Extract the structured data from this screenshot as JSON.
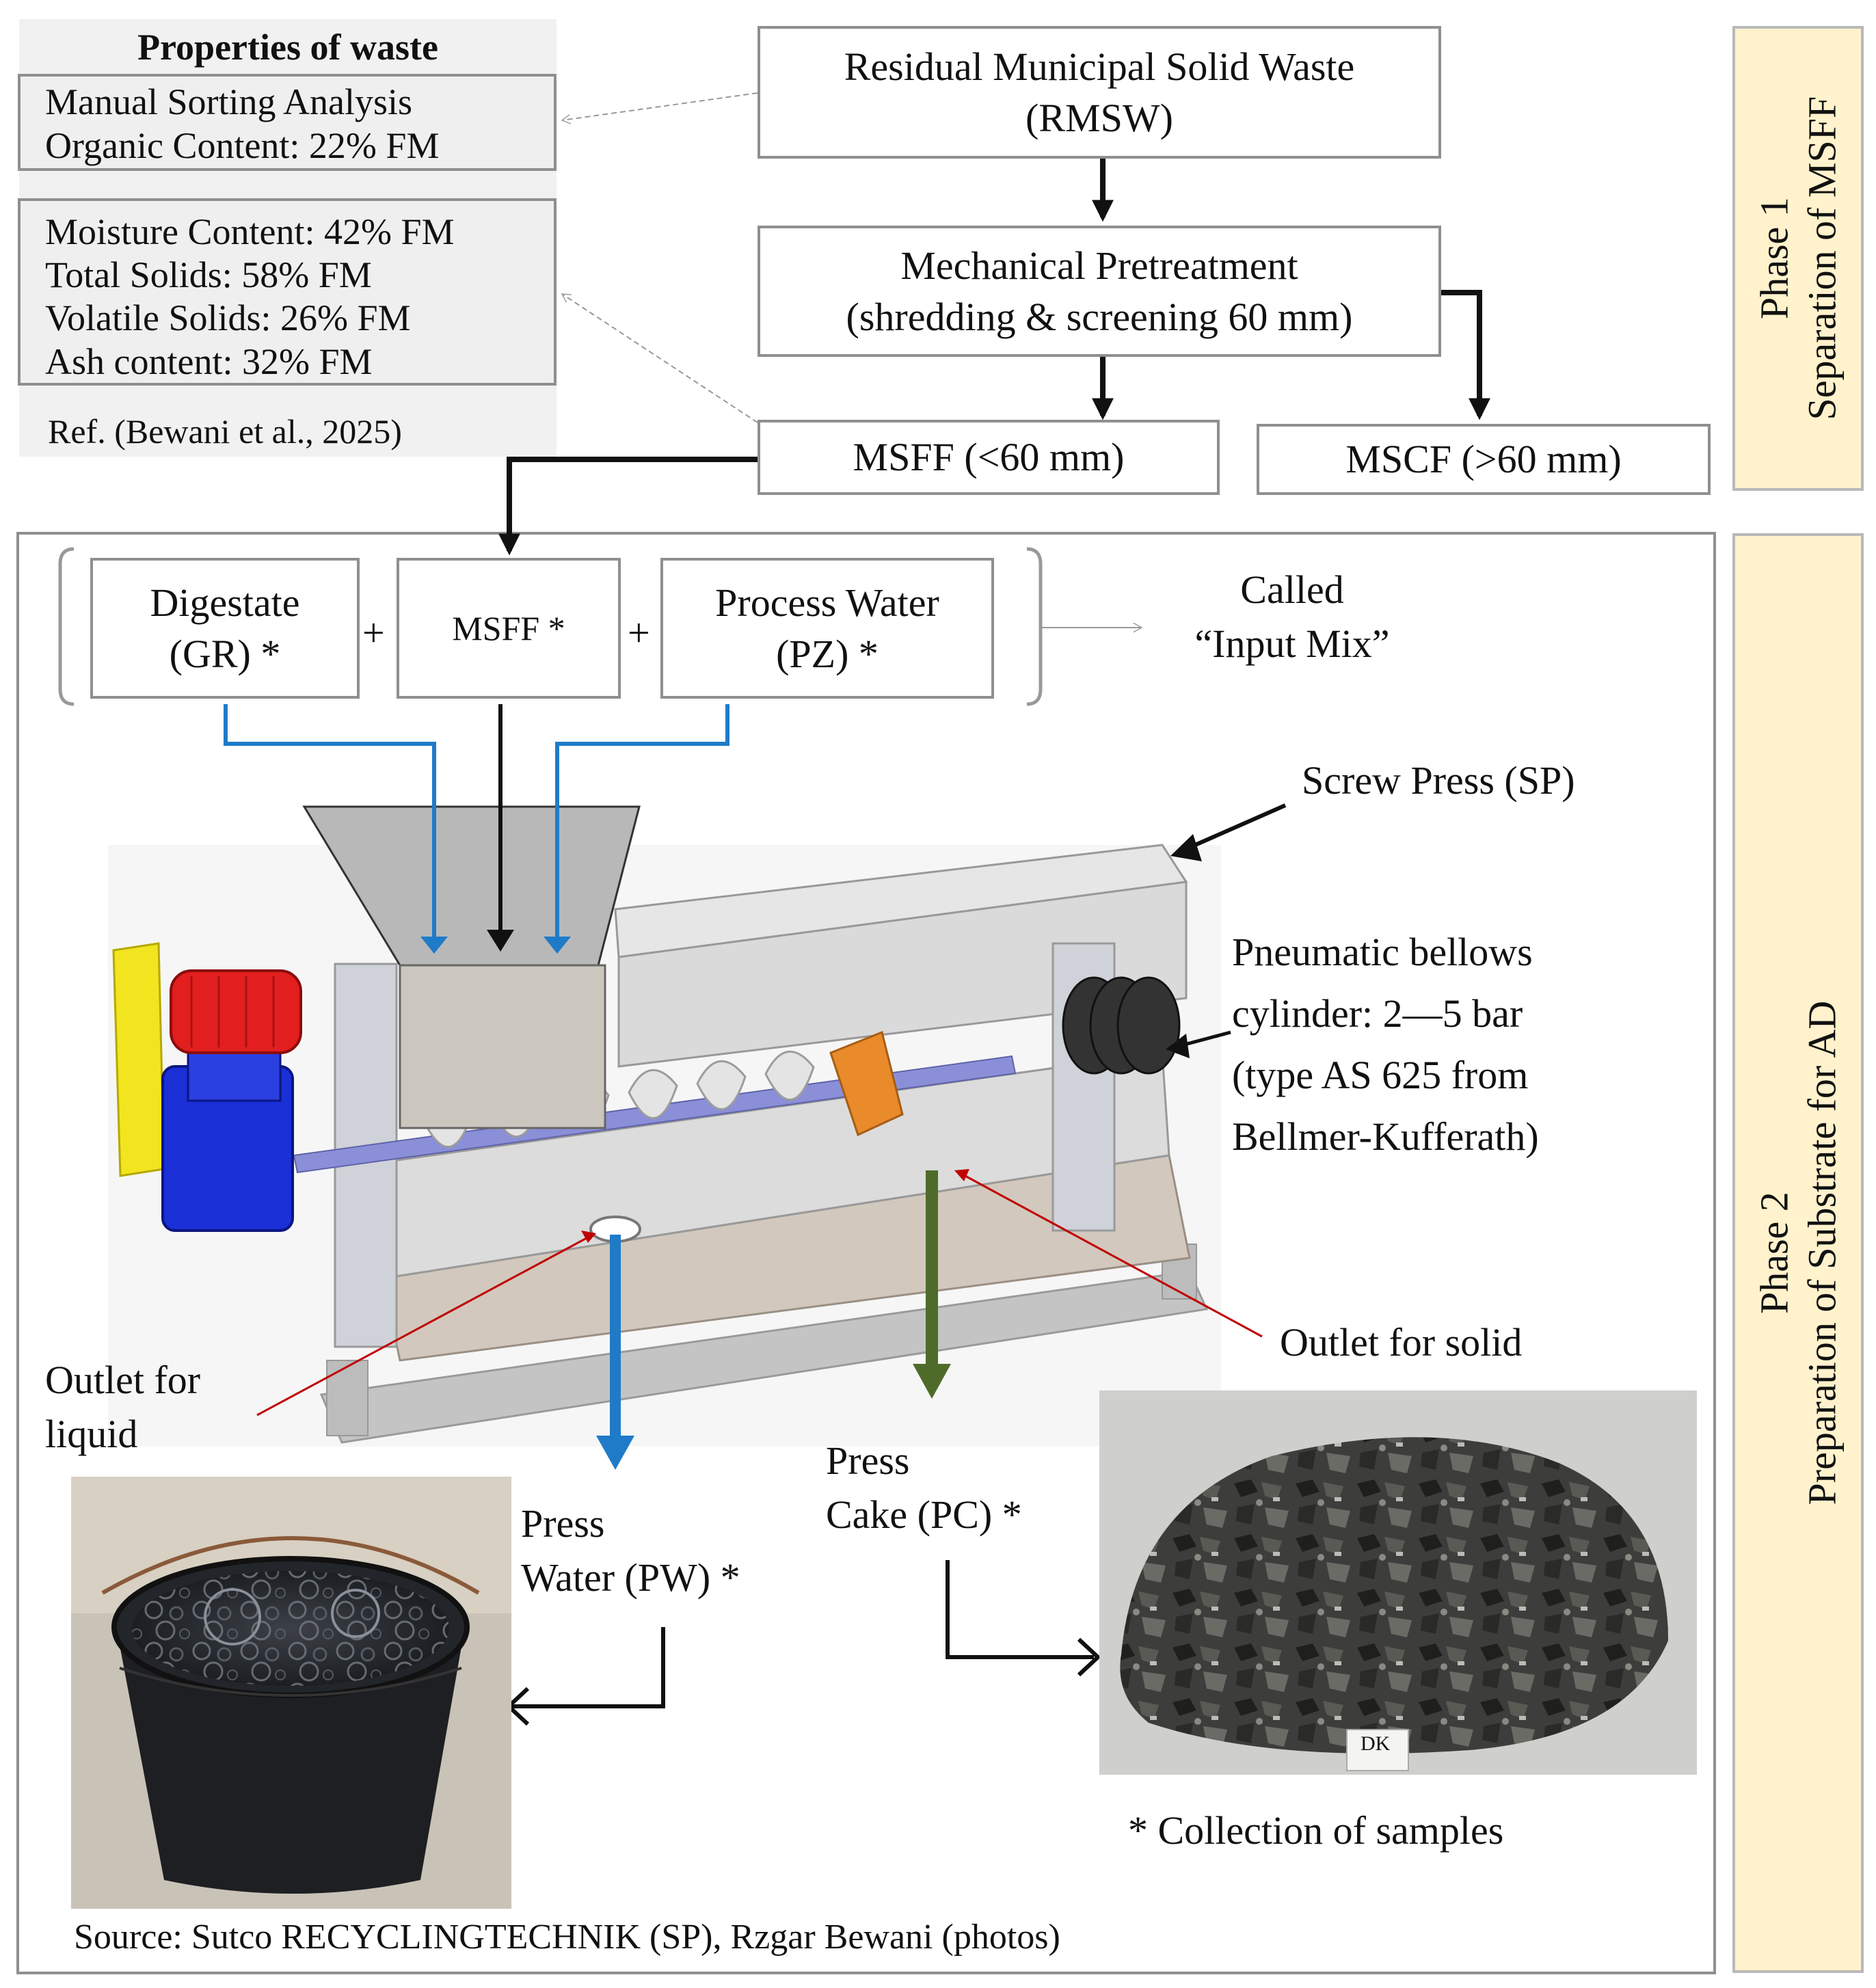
{
  "properties": {
    "heading": "Properties of waste",
    "box1": [
      "Manual Sorting Analysis",
      "Organic Content: 22% FM"
    ],
    "box2": [
      "Moisture Content: 42% FM",
      "Total Solids: 58% FM",
      "Volatile Solids: 26% FM",
      "Ash content: 32% FM"
    ],
    "ref": "Ref. (Bewani et al., 2025)"
  },
  "flow": {
    "rmsw": [
      "Residual Municipal Solid Waste",
      "(RMSW)"
    ],
    "pretreatment": [
      "Mechanical Pretreatment",
      "(shredding & screening 60 mm)"
    ],
    "msff": "MSFF (<60 mm)",
    "mscf": "MSCF (>60 mm)"
  },
  "phases": {
    "phase1": [
      "Phase 1",
      "Separation of MSFF"
    ],
    "phase2": [
      "Phase 2",
      "Preparation of Substrate for AD"
    ]
  },
  "input_mix": {
    "digestate": [
      "Digestate",
      "(GR) *"
    ],
    "plus": "+",
    "msff": "MSFF *",
    "process_water": [
      "Process Water",
      "(PZ) *"
    ],
    "called": [
      "Called",
      "“Input Mix”"
    ]
  },
  "labels": {
    "screw_press": "Screw Press (SP)",
    "bellows": [
      "Pneumatic bellows",
      "cylinder:  2—5 bar",
      "(type AS 625 from",
      "Bellmer-Kufferath)"
    ],
    "outlet_solid": "Outlet for solid",
    "outlet_liquid": [
      "Outlet for",
      "liquid"
    ],
    "press_water": [
      "Press",
      "Water (PW) *"
    ],
    "press_cake": [
      "Press",
      "Cake (PC) *"
    ],
    "collection": "* Collection  of samples",
    "source": "Source:  Sutco RECYCLINGTECHNIK (SP), Rzgar Bewani (photos)",
    "sample_tag": "DK"
  },
  "colors": {
    "phase_fill": "#fff2cc",
    "water_arrow": "#1f7bc8",
    "solid_arrow": "#4f6b2a",
    "pointer": "#c00000",
    "motor": "#e31e1e",
    "gearbox": "#1a2fd6",
    "guard": "#f2e520"
  },
  "icons": [
    "arrow-down-icon",
    "arrow-right-icon",
    "arrow-left-icon",
    "screw-press-illustration",
    "bucket-photo",
    "press-cake-photo"
  ]
}
